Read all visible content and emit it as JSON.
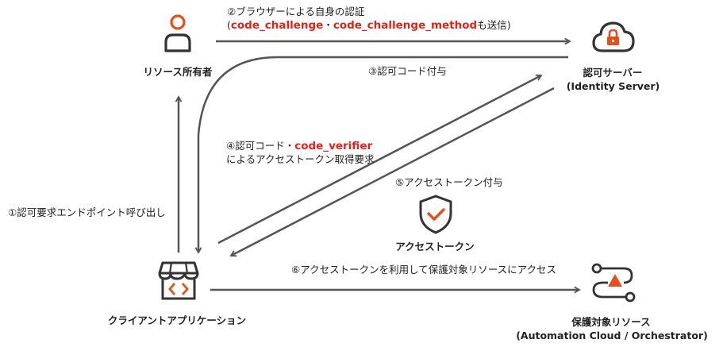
{
  "colors": {
    "accent": "#e84e1b",
    "code_text": "#e2231a",
    "arrow": "#555555",
    "icon_dark": "#333333"
  },
  "nodes": {
    "resource_owner": {
      "label": "リソース所有者",
      "icon": "person-icon"
    },
    "auth_server": {
      "label": "認可サーバー",
      "sublabel": "(Identity Server)",
      "icon": "cloud-lock-icon"
    },
    "client_app": {
      "label": "クライアントアプリケーション",
      "icon": "storefront-code-icon"
    },
    "protected_resource": {
      "label": "保護対象リソース",
      "sublabel": "(Automation Cloud / Orchestrator)",
      "icon": "route-icon"
    },
    "access_token": {
      "label": "アクセストークン",
      "icon": "shield-check-icon"
    }
  },
  "steps": {
    "s1": {
      "text": "①認可要求エンドポイント呼び出し"
    },
    "s2": {
      "line1": "②ブラウザーによる自身の認証",
      "line2_open": "(",
      "code1": "code_challenge",
      "sep": "・",
      "code2": "code_challenge_method",
      "line2_rest": "も送信)"
    },
    "s3": {
      "text": "③認可コード付与"
    },
    "s4": {
      "prefix": "④認可コード・",
      "code": "code_verifier",
      "line2": "によるアクセストークン取得要求"
    },
    "s5": {
      "text": "⑤アクセストークン付与"
    },
    "s6": {
      "text": "⑥アクセストークンを利用して保護対象リソースにアクセス"
    }
  }
}
